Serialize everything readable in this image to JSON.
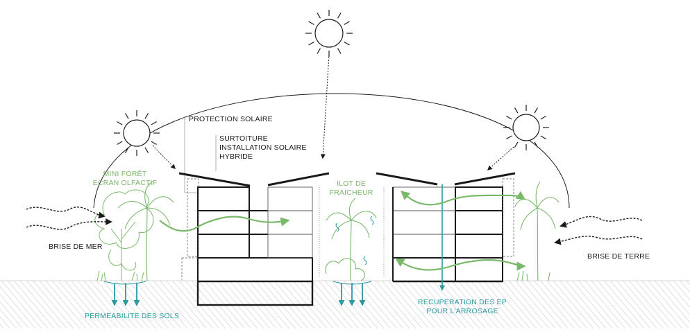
{
  "labels": {
    "protection_solaire": "PROTECTION SOLAIRE",
    "surtoiture": [
      "SURTOITURE",
      "INSTALLATION SOLAIRE",
      "HYBRIDE"
    ],
    "mini_foret": [
      "MINI FORÊT",
      "ECRAN OLFACTIF"
    ],
    "ilot_fraicheur": [
      "ILOT DE",
      "FRAICHEUR"
    ],
    "brise_de_mer": "BRISE DE MER",
    "brise_de_terre": "BRISE DE TERRE",
    "permeabilite": "PERMEABILITE DES SOLS",
    "recuperation": [
      "RECUPERATION DES EP",
      "POUR L'ARROSAGE"
    ]
  },
  "colors": {
    "ink": "#1a1a1a",
    "vegetation_green": "#7ab86a",
    "water_teal": "#2a9aa0",
    "ground_hatch": "#9a9a9a"
  },
  "icons": [
    "sun-icon",
    "tree-icon",
    "palm-icon",
    "wind-arrow-icon",
    "water-arrow-icon"
  ]
}
